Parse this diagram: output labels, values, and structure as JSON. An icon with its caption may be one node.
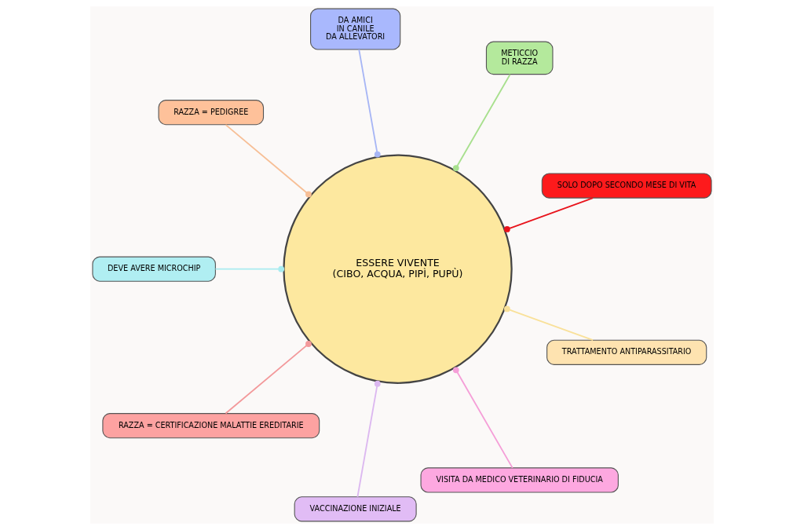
{
  "diagram": {
    "nodes": [
      {
        "text": [
          "SOLO DOPO SECONDO MESE DI VITA"
        ]
      },
      {
        "text": [
          "METICCIO",
          "DI RAZZA"
        ]
      },
      {
        "text": [
          "DA AMICI",
          "IN CANILE",
          "DA ALLEVATORI"
        ]
      },
      {
        "text": [
          "RAZZA = PEDIGREE"
        ]
      },
      {
        "text": [
          "ESSERE VIVENTE",
          "(CIBO, ACQUA, PIPÌ, PUPÙ)"
        ]
      },
      {
        "text": [
          "DEVE AVERE MICROCHIP"
        ]
      },
      {
        "text": [
          "RAZZA = CERTIFICAZIONE MALATTIE EREDITARIE"
        ]
      },
      {
        "text": [
          "VACCINAZIONE INIZIALE"
        ]
      },
      {
        "text": [
          "VISITA DA MEDICO VETERINARIO DI FIDUCIA"
        ]
      },
      {
        "text": [
          "TRATTAMENTO ANTIPARASSITARIO"
        ]
      }
    ],
    "edges": [
      {
        "from": 0,
        "to": 4,
        "arrow": "other",
        "color": "#e8141c"
      },
      {
        "from": 1,
        "to": 4,
        "arrow": "other",
        "color": "#a8e08e"
      },
      {
        "from": 2,
        "to": 4,
        "arrow": "other",
        "color": "#a7b6f5"
      },
      {
        "from": 3,
        "to": 4,
        "arrow": "other",
        "color": "#f7bf96"
      },
      {
        "from": 5,
        "to": 4,
        "arrow": "other",
        "color": "#a9ecf0"
      },
      {
        "from": 6,
        "to": 4,
        "arrow": "other",
        "color": "#f3999b"
      },
      {
        "from": 7,
        "to": 4,
        "arrow": "other",
        "color": "#dcb8f0"
      },
      {
        "from": 8,
        "to": 4,
        "arrow": "other",
        "color": "#f59fd8"
      },
      {
        "from": 9,
        "to": 4,
        "arrow": "other",
        "color": "#f9e19a"
      }
    ]
  }
}
